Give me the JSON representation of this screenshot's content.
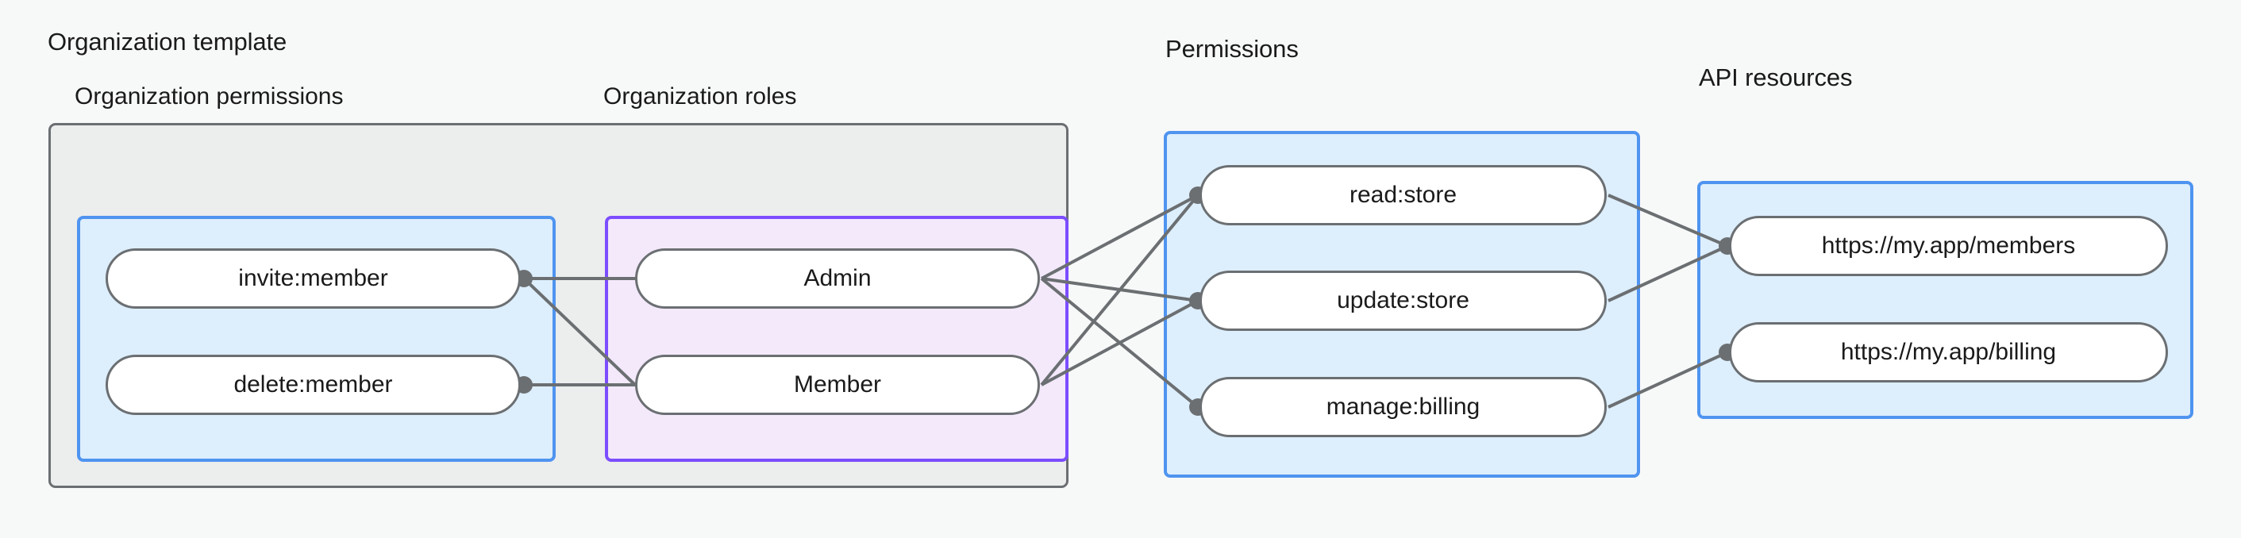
{
  "diagram": {
    "title_labels": {
      "organization_template": "Organization template",
      "permissions": "Permissions",
      "api_resources": "API resources"
    },
    "sub_labels": {
      "organization_permissions": "Organization permissions",
      "organization_roles": "Organization roles"
    },
    "groups": {
      "organization_permissions": {
        "label": "Organization permissions",
        "nodes": [
          {
            "id": "invite-member",
            "label": "invite:member"
          },
          {
            "id": "delete-member",
            "label": "delete:member"
          }
        ]
      },
      "organization_roles": {
        "label": "Organization roles",
        "nodes": [
          {
            "id": "admin",
            "label": "Admin"
          },
          {
            "id": "member",
            "label": "Member"
          }
        ]
      },
      "permissions": {
        "label": "Permissions",
        "nodes": [
          {
            "id": "read-store",
            "label": "read:store"
          },
          {
            "id": "update-store",
            "label": "update:store"
          },
          {
            "id": "manage-billing",
            "label": "manage:billing"
          }
        ]
      },
      "api_resources": {
        "label": "API resources",
        "nodes": [
          {
            "id": "members-url",
            "label": "https://my.app/members"
          },
          {
            "id": "billing-url",
            "label": "https://my.app/billing"
          }
        ]
      }
    },
    "edges": [
      {
        "from": "invite-member",
        "to": "admin"
      },
      {
        "from": "invite-member",
        "to": "member"
      },
      {
        "from": "delete-member",
        "to": "member"
      },
      {
        "from": "admin",
        "to": "read-store"
      },
      {
        "from": "admin",
        "to": "update-store"
      },
      {
        "from": "admin",
        "to": "manage-billing"
      },
      {
        "from": "member",
        "to": "read-store"
      },
      {
        "from": "member",
        "to": "update-store"
      },
      {
        "from": "read-store",
        "to": "members-url"
      },
      {
        "from": "update-store",
        "to": "members-url"
      },
      {
        "from": "manage-billing",
        "to": "billing-url"
      }
    ],
    "colors": {
      "page_background": "#f7f8f8",
      "outer_box_fill": "#eceded",
      "outer_box_border": "#6b6f72",
      "blue_box_fill": "#ddeefc",
      "blue_box_border": "#4f94f0",
      "purple_box_fill": "#f3e9fb",
      "purple_box_border": "#7c4dff",
      "node_fill": "#ffffff",
      "node_border": "#6b6f72",
      "edge_line": "#6b6f72",
      "text": "#1a1a1a"
    }
  }
}
